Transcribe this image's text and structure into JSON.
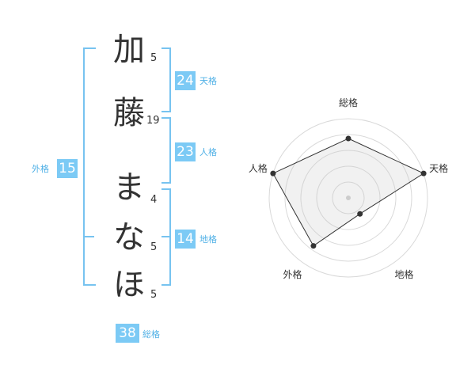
{
  "name_chars": [
    {
      "char": "加",
      "strokes": "5"
    },
    {
      "char": "藤",
      "strokes": "19"
    },
    {
      "char": "ま",
      "strokes": "4"
    },
    {
      "char": "な",
      "strokes": "5"
    },
    {
      "char": "ほ",
      "strokes": "5"
    }
  ],
  "kakusu": {
    "tenkaku": {
      "value": "24",
      "label": "天格"
    },
    "jinkaku": {
      "value": "23",
      "label": "人格"
    },
    "chikaku": {
      "value": "14",
      "label": "地格"
    },
    "gaikaku": {
      "value": "15",
      "label": "外格"
    },
    "soukaku": {
      "value": "38",
      "label": "総格"
    }
  },
  "colors": {
    "accent": "#7ccaf5",
    "bracket": "#77c3f0",
    "label": "#4fb0e6"
  },
  "chart_data": {
    "type": "radar",
    "axes": [
      "総格",
      "天格",
      "地格",
      "外格",
      "人格"
    ],
    "values": [
      0.75,
      1.0,
      0.25,
      0.75,
      1.0
    ],
    "rings": 4,
    "range": [
      0,
      1
    ]
  }
}
